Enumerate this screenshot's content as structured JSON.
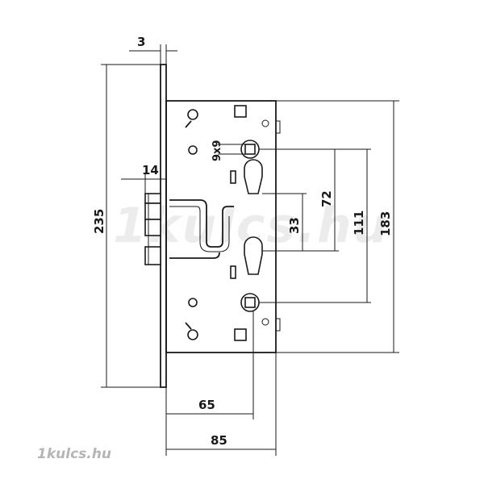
{
  "watermark": {
    "center": "1kulcs.hu",
    "footer": "1kulcs.hu"
  },
  "dimensions": {
    "faceplate_thickness": "3",
    "latch_projection": "14",
    "faceplate_height": "235",
    "square_size": "9x9",
    "cylinder_center": "33",
    "square_to_lower": "72",
    "square_spacing": "111",
    "case_height": "183",
    "backset": "65",
    "case_depth": "85"
  },
  "colors": {
    "line": "#1a1a1a",
    "background": "#ffffff"
  }
}
